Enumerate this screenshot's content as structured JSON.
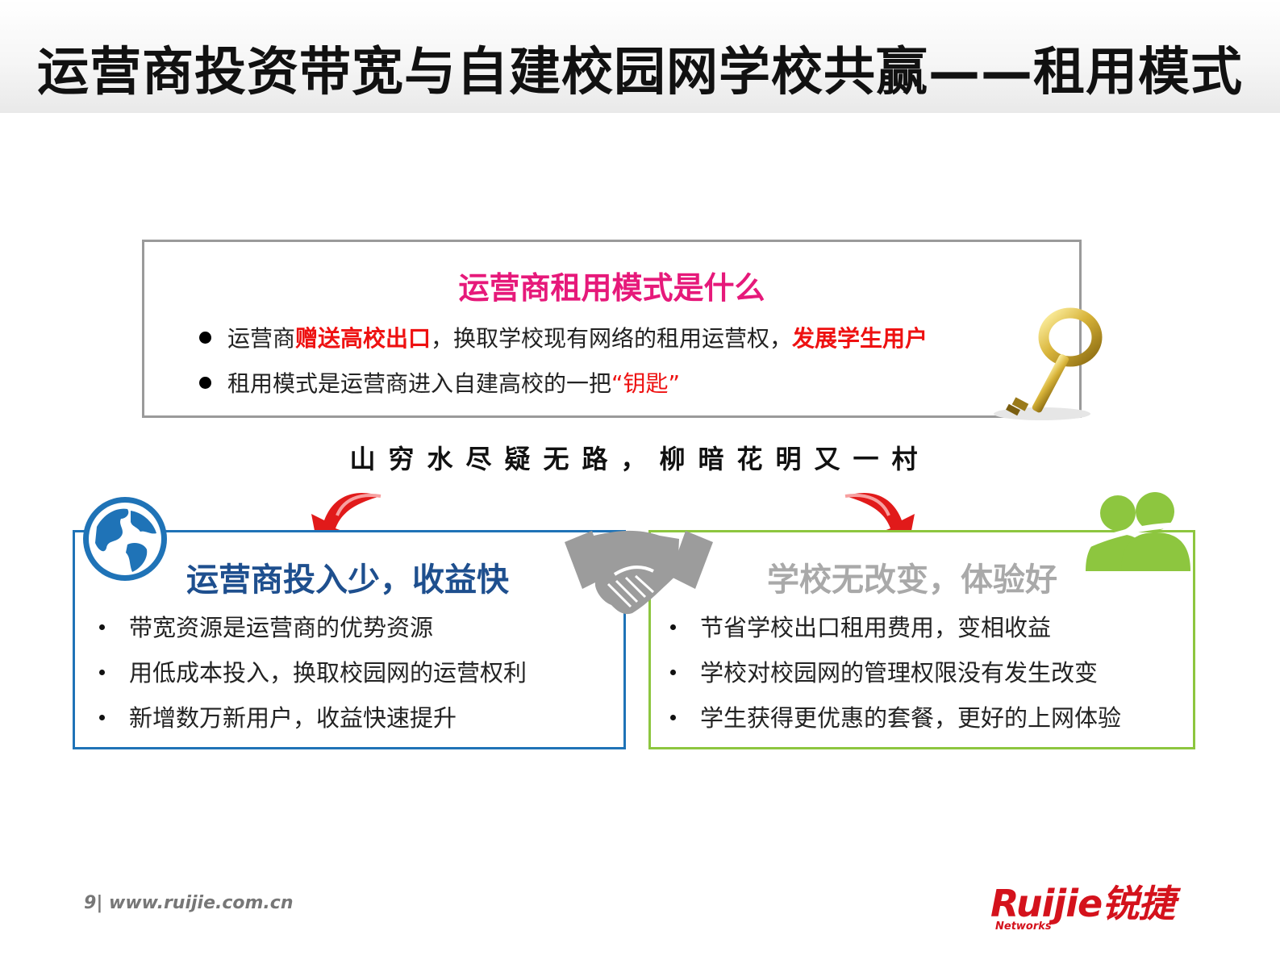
{
  "header": {
    "title": "运营商投资带宽与自建校园网学校共赢——租用模式"
  },
  "top_box": {
    "title": "运营商租用模式是什么",
    "bullet1": {
      "part1": "运营商",
      "part2": "赠送高校出口",
      "part3": "，换取学校现有网络的租用运营权，",
      "part4": "发展学生用户"
    },
    "bullet2": {
      "part1": "租用模式是运营商进入自建高校的一把",
      "part2": "“钥匙”"
    }
  },
  "proverb": "山穷水尽疑无路，柳暗花明又一村",
  "left_box": {
    "title": "运营商投入少，收益快",
    "items": [
      "带宽资源是运营商的优势资源",
      "用低成本投入，换取校园网的运营权利",
      "新增数万新用户，收益快速提升"
    ]
  },
  "right_box": {
    "title": "学校无改变，体验好",
    "items": [
      "节省学校出口租用费用，变相收益",
      "学校对校园网的管理权限没有发生改变",
      "学生获得更优惠的套餐，更好的上网体验"
    ]
  },
  "footer": {
    "page_number": "9",
    "url": "www.ruijie.com.cn"
  },
  "logo": {
    "main": "Ruijie锐捷",
    "sub": "Networks"
  },
  "colors": {
    "top_title": "#e6197a",
    "highlight_red": "#ee1111",
    "left_border": "#1f73b7",
    "left_title": "#1e4f8e",
    "right_border": "#8dc63f",
    "right_title": "#a9a9a9",
    "brand_red": "#d4121c"
  },
  "icons": {
    "key": "key-icon",
    "globe": "globe-icon",
    "people": "people-icon",
    "handshake": "handshake-icon",
    "arrow_left": "curved-arrow-down-left-icon",
    "arrow_right": "curved-arrow-down-right-icon"
  }
}
